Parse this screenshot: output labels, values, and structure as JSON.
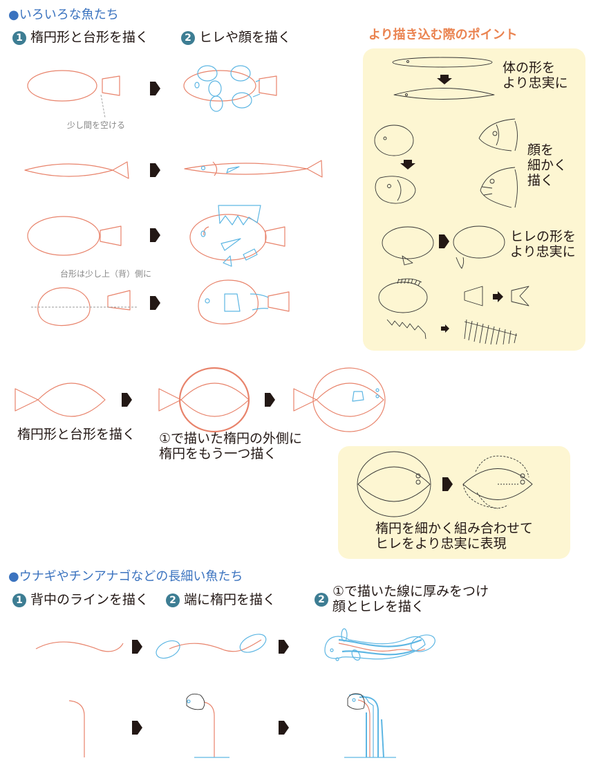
{
  "section1": {
    "title": "●いろいろな魚たち",
    "step1": {
      "num": "1",
      "label": "楕円形と台形を描く"
    },
    "step2": {
      "num": "2",
      "label": "ヒレや顔を描く"
    },
    "note_gap": "少し間を空ける",
    "note_trapezoid": "台形は少し上（背）側に"
  },
  "points": {
    "title": "より描き込む際のポイント",
    "body_shape": "体の形を\nより忠実に",
    "face": "顔を\n細かく\n描く",
    "fin_shape": "ヒレの形を\nより忠実に"
  },
  "section2": {
    "caption1": "楕円形と台形を描く",
    "caption2": "①で描いた楕円の外側に\n楕円をもう一つ描く",
    "panel_caption": "楕円を細かく組み合わせて\nヒレをより忠実に表現"
  },
  "section3": {
    "title": "●ウナギやチンアナゴなどの長細い魚たち",
    "step1": {
      "num": "1",
      "label": "背中のラインを描く"
    },
    "step2": {
      "num": "2",
      "label": "端に楕円を描く"
    },
    "step3": {
      "num": "2",
      "label": "①で描いた線に厚みをつけ\n顔とヒレを描く"
    }
  },
  "colors": {
    "outline": "#e8836b",
    "guide": "#5db6e3",
    "heading": "#3b73bf",
    "accent": "#ea8350",
    "panel": "#fdf6d2"
  }
}
